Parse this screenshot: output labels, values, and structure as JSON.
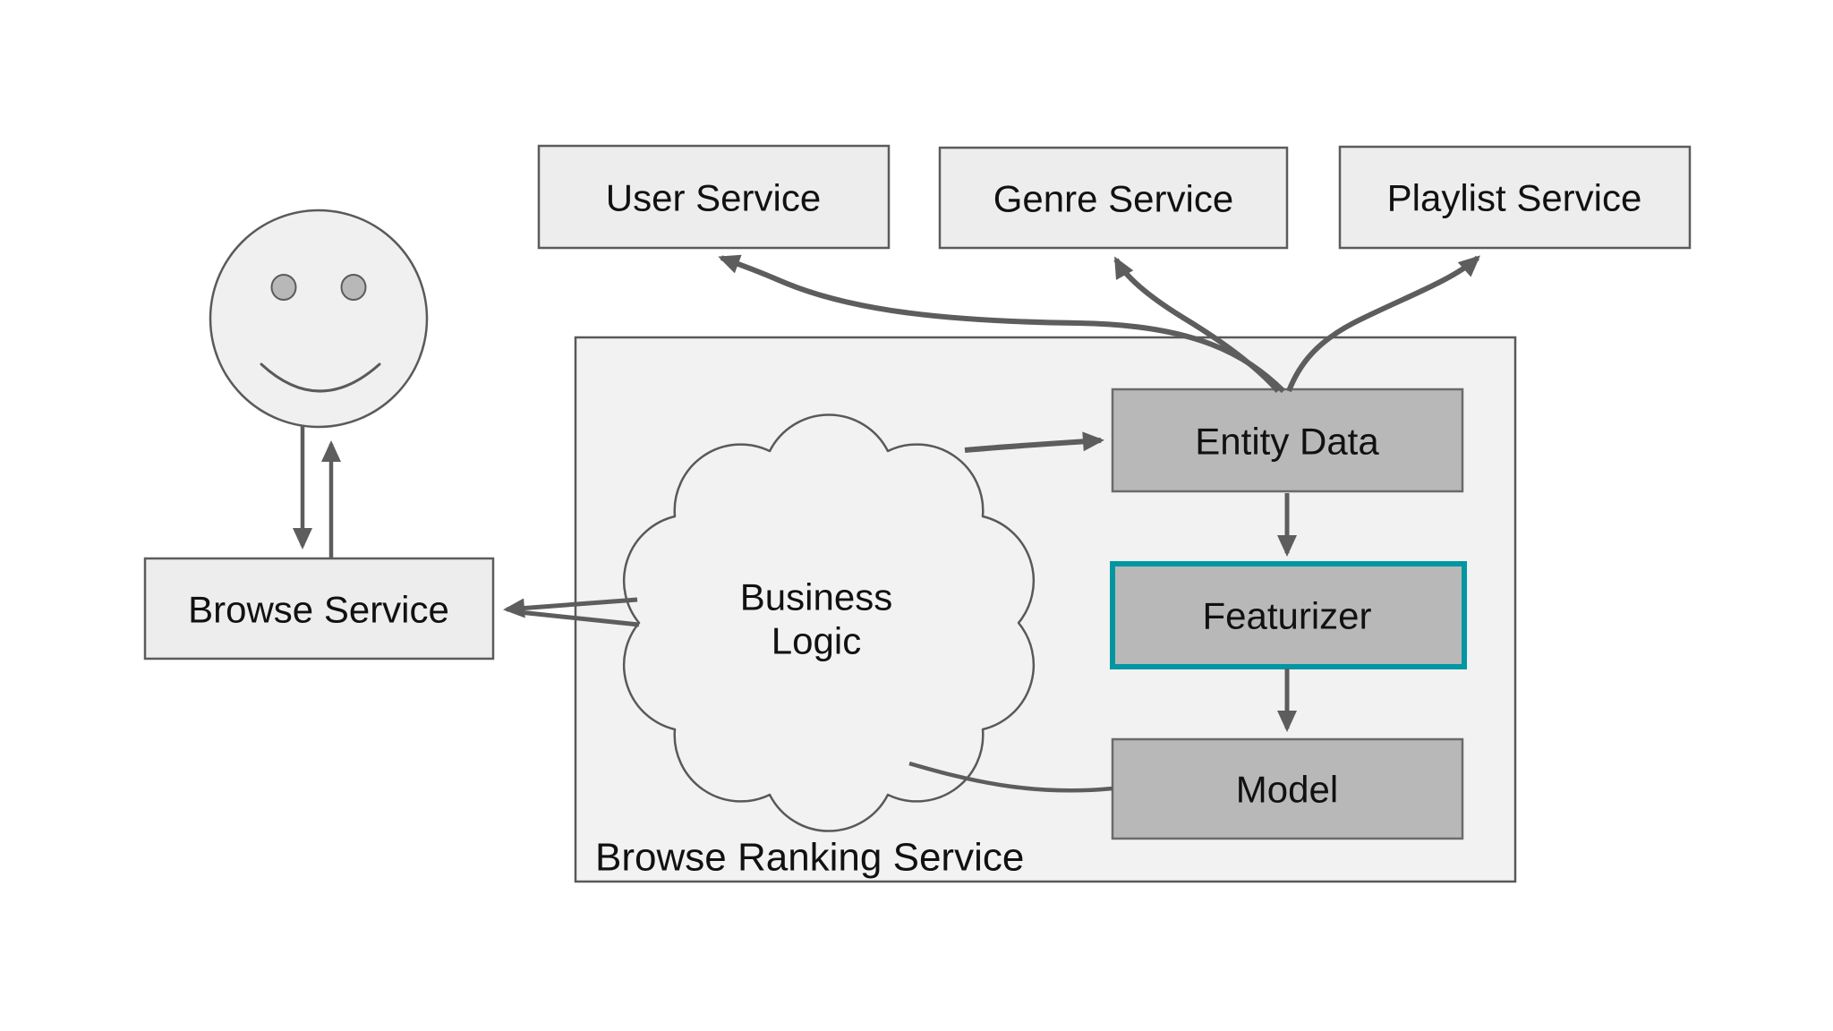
{
  "diagram": {
    "external_services": [
      {
        "label": "User Service"
      },
      {
        "label": "Genre Service"
      },
      {
        "label": "Playlist Service"
      }
    ],
    "actor_icon": "smiley-face-user",
    "browse_service": {
      "label": "Browse Service"
    },
    "browse_ranking_service": {
      "label": "Browse Ranking Service",
      "business_logic_cloud": {
        "line1": "Business",
        "line2": "Logic"
      },
      "pipeline": [
        {
          "label": "Entity Data",
          "highlighted": false
        },
        {
          "label": "Featurizer",
          "highlighted": true
        },
        {
          "label": "Model",
          "highlighted": false
        }
      ]
    },
    "colors": {
      "highlight_teal": "#0097a2",
      "node_fill_dark": "#b8b8b8",
      "node_fill_light": "#ededed",
      "container_fill": "#f2f2f2",
      "arrow_gray": "#5d5d5d",
      "outline_gray": "#595959"
    }
  }
}
